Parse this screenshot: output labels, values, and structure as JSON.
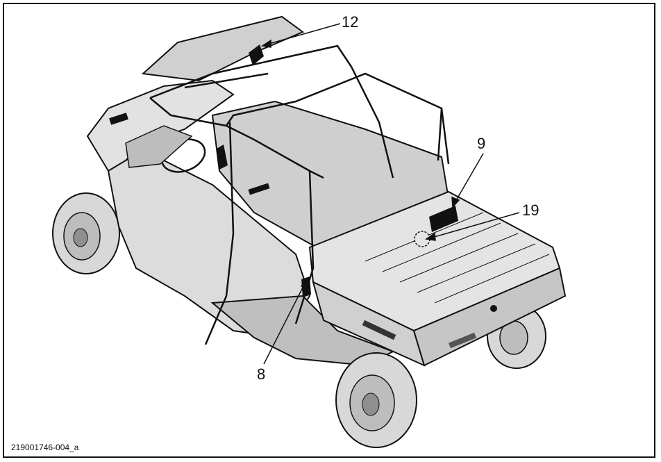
{
  "figure": {
    "id": "219001746-004_a",
    "subject": "utility-vehicle-isometric-view",
    "callouts": [
      {
        "label": "12",
        "target": "roll-cage-rear-label"
      },
      {
        "label": "9",
        "target": "cargo-box-front-wall-label"
      },
      {
        "label": "19",
        "target": "cargo-box-floor-marking"
      },
      {
        "label": "8",
        "target": "rear-door-pillar-label"
      }
    ],
    "colors": {
      "line": "#111111",
      "fill_light": "#e6e6e6",
      "fill_mid": "#c8c8c8",
      "fill_dark": "#8f8f8f",
      "label_black": "#111111"
    }
  }
}
